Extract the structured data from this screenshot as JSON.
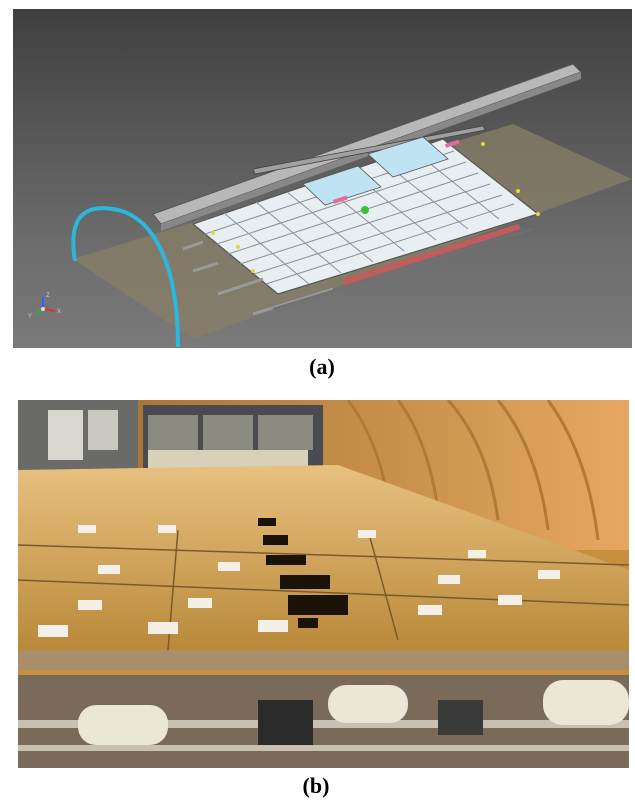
{
  "figure": {
    "panels": [
      {
        "id": "a",
        "caption": "(a)",
        "description_type": "cad-render",
        "background_color": "#5a5a5a",
        "arch_color": "#2bb8dc"
      },
      {
        "id": "b",
        "caption": "(b)",
        "description_type": "photograph",
        "dominant_color": "#d4a050"
      }
    ],
    "axis_triad_labels": [
      "X",
      "Y",
      "Z"
    ]
  }
}
